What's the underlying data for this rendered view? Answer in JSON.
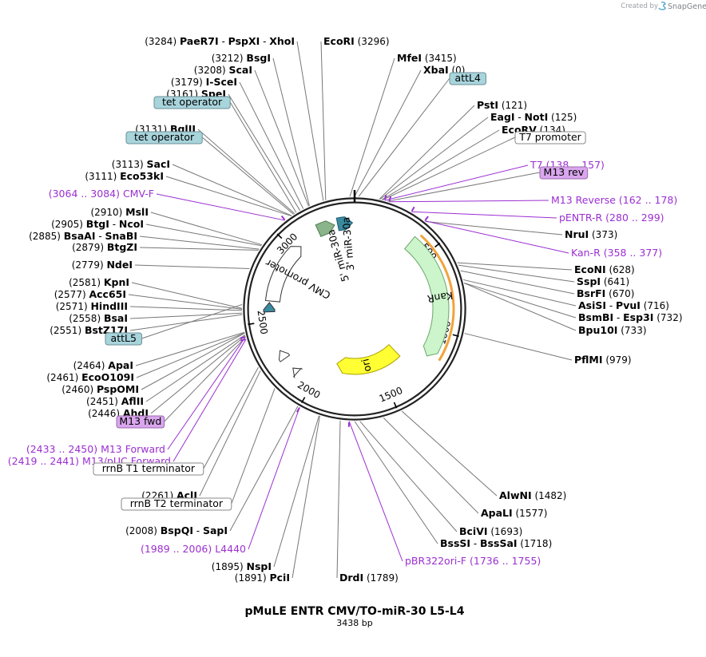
{
  "map": {
    "title": "pMuLE ENTR CMV/TO-miR-30 L5-L4",
    "length_bp": 3438,
    "length_label": "3438 bp",
    "credit_prefix": "Created by",
    "credit_brand": "SnapGene",
    "ruler_ticks": [
      500,
      1000,
      1500,
      2000,
      2500,
      3000
    ]
  },
  "enzyme_sites": [
    {
      "names": [
        "EcoRI"
      ],
      "pos": [
        3296
      ],
      "pos_label": "(3296)"
    },
    {
      "names": [
        "PaeR7I",
        "PspXI",
        "XhoI"
      ],
      "pos": [
        3284
      ],
      "pos_label": "(3284)"
    },
    {
      "names": [
        "BsgI"
      ],
      "pos": [
        3212
      ],
      "pos_label": "(3212)"
    },
    {
      "names": [
        "ScaI"
      ],
      "pos": [
        3208
      ],
      "pos_label": "(3208)"
    },
    {
      "names": [
        "I-SceI"
      ],
      "pos": [
        3179
      ],
      "pos_label": "(3179)"
    },
    {
      "names": [
        "SpeI"
      ],
      "pos": [
        3161
      ],
      "pos_label": "(3161)"
    },
    {
      "names": [
        "BglII"
      ],
      "pos": [
        3131
      ],
      "pos_label": "(3131)"
    },
    {
      "names": [
        "SacI"
      ],
      "pos": [
        3113
      ],
      "pos_label": "(3113)"
    },
    {
      "names": [
        "Eco53kI"
      ],
      "pos": [
        3111
      ],
      "pos_label": "(3111)"
    },
    {
      "names": [
        "MslI"
      ],
      "pos": [
        2910
      ],
      "pos_label": "(2910)"
    },
    {
      "names": [
        "BtgI",
        "NcoI"
      ],
      "pos": [
        2905
      ],
      "pos_label": "(2905)"
    },
    {
      "names": [
        "BsaAI",
        "SnaBI"
      ],
      "pos": [
        2885
      ],
      "pos_label": "(2885)"
    },
    {
      "names": [
        "BtgZI"
      ],
      "pos": [
        2879
      ],
      "pos_label": "(2879)"
    },
    {
      "names": [
        "NdeI"
      ],
      "pos": [
        2779
      ],
      "pos_label": "(2779)"
    },
    {
      "names": [
        "KpnI"
      ],
      "pos": [
        2581
      ],
      "pos_label": "(2581)"
    },
    {
      "names": [
        "Acc65I"
      ],
      "pos": [
        2577
      ],
      "pos_label": "(2577)"
    },
    {
      "names": [
        "HindIII"
      ],
      "pos": [
        2571
      ],
      "pos_label": "(2571)"
    },
    {
      "names": [
        "BsaI"
      ],
      "pos": [
        2558
      ],
      "pos_label": "(2558)"
    },
    {
      "names": [
        "BstZ17I"
      ],
      "pos": [
        2551
      ],
      "pos_label": "(2551)"
    },
    {
      "names": [
        "ApaI"
      ],
      "pos": [
        2464
      ],
      "pos_label": "(2464)"
    },
    {
      "names": [
        "EcoO109I"
      ],
      "pos": [
        2461
      ],
      "pos_label": "(2461)"
    },
    {
      "names": [
        "PspOMI"
      ],
      "pos": [
        2460
      ],
      "pos_label": "(2460)"
    },
    {
      "names": [
        "AflII"
      ],
      "pos": [
        2451
      ],
      "pos_label": "(2451)"
    },
    {
      "names": [
        "AhdI"
      ],
      "pos": [
        2446
      ],
      "pos_label": "(2446)"
    },
    {
      "names": [
        "AclI"
      ],
      "pos": [
        2261
      ],
      "pos_label": "(2261)"
    },
    {
      "names": [
        "BspQI",
        "SapI"
      ],
      "pos": [
        2008
      ],
      "pos_label": "(2008)"
    },
    {
      "names": [
        "NspI"
      ],
      "pos": [
        1895
      ],
      "pos_label": "(1895)"
    },
    {
      "names": [
        "PciI"
      ],
      "pos": [
        1891
      ],
      "pos_label": "(1891)"
    },
    {
      "names": [
        "DrdI"
      ],
      "pos": [
        1789
      ],
      "pos_label": "(1789)"
    },
    {
      "names": [
        "BssSI",
        "BssSaI"
      ],
      "pos": [
        1718
      ],
      "pos_label": "(1718)"
    },
    {
      "names": [
        "BciVI"
      ],
      "pos": [
        1693
      ],
      "pos_label": "(1693)"
    },
    {
      "names": [
        "ApaLI"
      ],
      "pos": [
        1577
      ],
      "pos_label": "(1577)"
    },
    {
      "names": [
        "AlwNI"
      ],
      "pos": [
        1482
      ],
      "pos_label": "(1482)"
    },
    {
      "names": [
        "PflMI"
      ],
      "pos": [
        979
      ],
      "pos_label": "(979)"
    },
    {
      "names": [
        "Bpu10I"
      ],
      "pos": [
        733
      ],
      "pos_label": "(733)"
    },
    {
      "names": [
        "BsmBI",
        "Esp3I"
      ],
      "pos": [
        732
      ],
      "pos_label": "(732)"
    },
    {
      "names": [
        "AsiSI",
        "PvuI"
      ],
      "pos": [
        716
      ],
      "pos_label": "(716)"
    },
    {
      "names": [
        "BsrFI"
      ],
      "pos": [
        670
      ],
      "pos_label": "(670)"
    },
    {
      "names": [
        "SspI"
      ],
      "pos": [
        641
      ],
      "pos_label": "(641)"
    },
    {
      "names": [
        "EcoNI"
      ],
      "pos": [
        628
      ],
      "pos_label": "(628)"
    },
    {
      "names": [
        "NruI"
      ],
      "pos": [
        373
      ],
      "pos_label": "(373)"
    },
    {
      "names": [
        "EagI",
        "NotI"
      ],
      "pos": [
        125
      ],
      "pos_label": "(125)"
    },
    {
      "names": [
        "EcoRV"
      ],
      "pos": [
        134
      ],
      "pos_label": "(134)"
    },
    {
      "names": [
        "PstI"
      ],
      "pos": [
        121
      ],
      "pos_label": "(121)"
    },
    {
      "names": [
        "XbaI"
      ],
      "pos": [
        0
      ],
      "pos_label": "(0)"
    },
    {
      "names": [
        "MfeI"
      ],
      "pos": [
        3415
      ],
      "pos_label": "(3415)"
    }
  ],
  "primer_labels": [
    {
      "name": "T7",
      "range": "(138 .. 157)",
      "start": 138,
      "end": 157
    },
    {
      "name": "M13 Reverse",
      "range": "(162 .. 178)",
      "start": 162,
      "end": 178
    },
    {
      "name": "pENTR-R",
      "range": "(280 .. 299)",
      "start": 280,
      "end": 299
    },
    {
      "name": "Kan-R",
      "range": "(358 .. 377)",
      "start": 358,
      "end": 377
    },
    {
      "name": "CMV-F",
      "range": "(3064 .. 3084)",
      "start": 3064,
      "end": 3084
    },
    {
      "name": "M13 Forward",
      "range": "(2433 .. 2450)",
      "start": 2433,
      "end": 2450
    },
    {
      "name": "M13/pUC Forward",
      "range": "(2419 .. 2441)",
      "start": 2419,
      "end": 2441
    },
    {
      "name": "L4440",
      "range": "(1989 .. 2006)",
      "start": 1989,
      "end": 2006
    },
    {
      "name": "pBR322ori-F",
      "range": "(1736 .. 1755)",
      "start": 1736,
      "end": 1755
    }
  ],
  "boxed_labels": [
    {
      "text": "attL4",
      "style": "teal"
    },
    {
      "text": "tet operator",
      "style": "teal"
    },
    {
      "text": "tet operator",
      "style": "teal"
    },
    {
      "text": "T7 promoter",
      "style": "white"
    },
    {
      "text": "M13 rev",
      "style": "purple"
    },
    {
      "text": "attL5",
      "style": "teal"
    },
    {
      "text": "M13 fwd",
      "style": "purple"
    },
    {
      "text": "rrnB T1 terminator",
      "style": "white"
    },
    {
      "text": "rrnB T2 terminator",
      "style": "white"
    }
  ],
  "features": [
    {
      "name": "KanR",
      "start": 380,
      "end": 1175,
      "color": "#ccf5cc",
      "stroke": "#6aa66a",
      "direction": "cw"
    },
    {
      "name": "ori",
      "start": 1300,
      "end": 1890,
      "color": "#ffff33",
      "stroke": "#aaa000",
      "direction": "cw"
    },
    {
      "name": "CMV promoter",
      "start": 2630,
      "end": 3050,
      "color": "#ffffff",
      "stroke": "#333333",
      "direction": "cw"
    },
    {
      "name": "5' miR-30a",
      "start": 3200,
      "end": 3310,
      "color": "#8ab58a",
      "stroke": "#4d7a4d",
      "direction": "cw"
    },
    {
      "name": "3' miR-30a",
      "start": 3330,
      "end": 3425,
      "color": "#3a8aa0",
      "stroke": "#215d6e",
      "direction": "cw"
    }
  ],
  "colors": {
    "backbone": "#222222",
    "primer": "#9b2fd1",
    "kanr_fill": "#ccf5cc",
    "ori_fill": "#ffff33",
    "teal_box": "#a8d4dc",
    "purple_box": "#d9a6ee",
    "orange_primer": "#f2a33a"
  }
}
